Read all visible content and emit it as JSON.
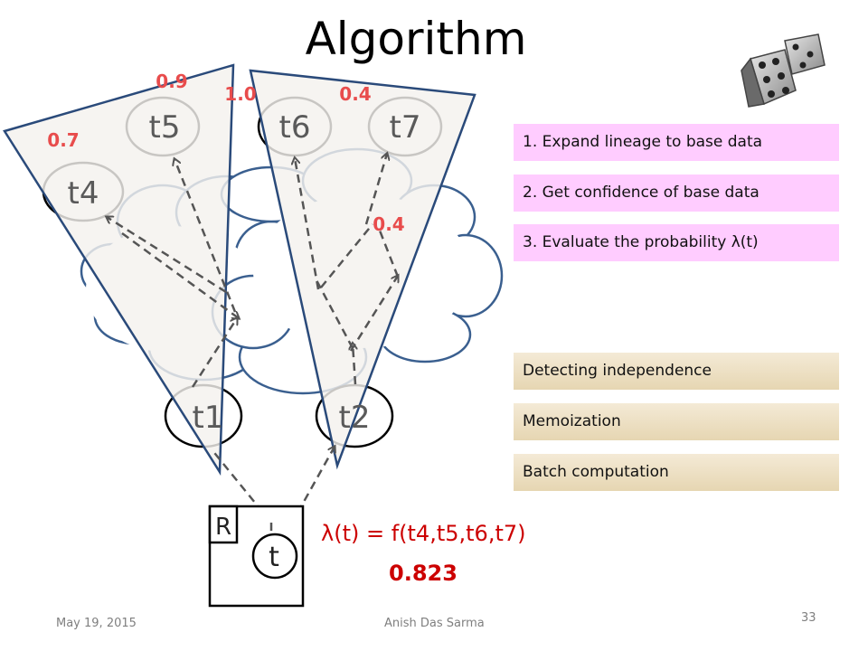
{
  "slide": {
    "title": "Algorithm",
    "footer_date": "May 19, 2015",
    "footer_author": "Anish Das Sarma",
    "page_number": "33"
  },
  "diagram": {
    "base_tuples": {
      "t4": "t4",
      "t5": "t5",
      "t6": "t6",
      "t7": "t7"
    },
    "mid_tuples": {
      "t1": "t1",
      "t2": "t2"
    },
    "relation_label": "R",
    "result_tuple": "t",
    "confidences": {
      "t4": "0.7",
      "t5": "0.9",
      "t6": "1.0",
      "t7": "0.4",
      "t2_subtree": "0.4"
    },
    "formula": "λ(t) = f(t4,t5,t6,t7)",
    "result_value": "0.823"
  },
  "steps": [
    "1. Expand lineage to base data",
    "2. Get confidence of base data",
    "3. Evaluate the probability λ(t)"
  ],
  "optimizations": [
    "Detecting independence",
    "Memoization",
    "Batch computation"
  ],
  "colors": {
    "step_fill": "#ffccff",
    "cloud_stroke": "#3a5f8f",
    "cone_fill": "#f4f2ee",
    "confidence_red": "#e84c4c",
    "formula_red": "#cc0000"
  },
  "icons": {
    "dice": "dice-icon"
  }
}
